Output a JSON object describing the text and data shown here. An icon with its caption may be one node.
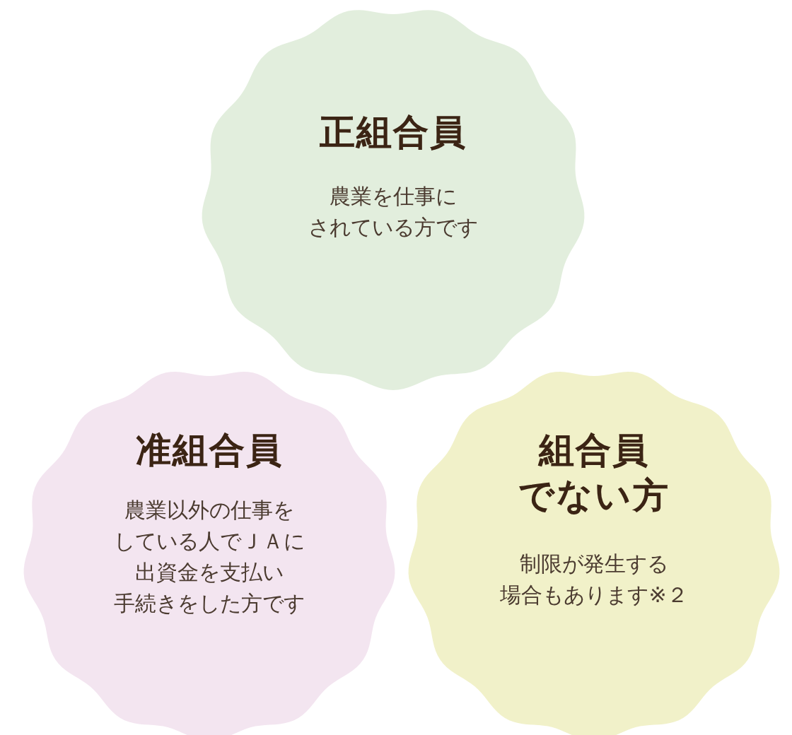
{
  "diagram": {
    "nodes": [
      {
        "text": [
          "正組合員",
          "農業を仕事にされている方です"
        ]
      },
      {
        "text": [
          "准組合員",
          "農業以外の仕事をしている人でＪＡに出資金を支払い手続きをした方です"
        ]
      },
      {
        "text": [
          "組合員でない方",
          "制限が発生する場合もあります※２"
        ]
      }
    ]
  }
}
